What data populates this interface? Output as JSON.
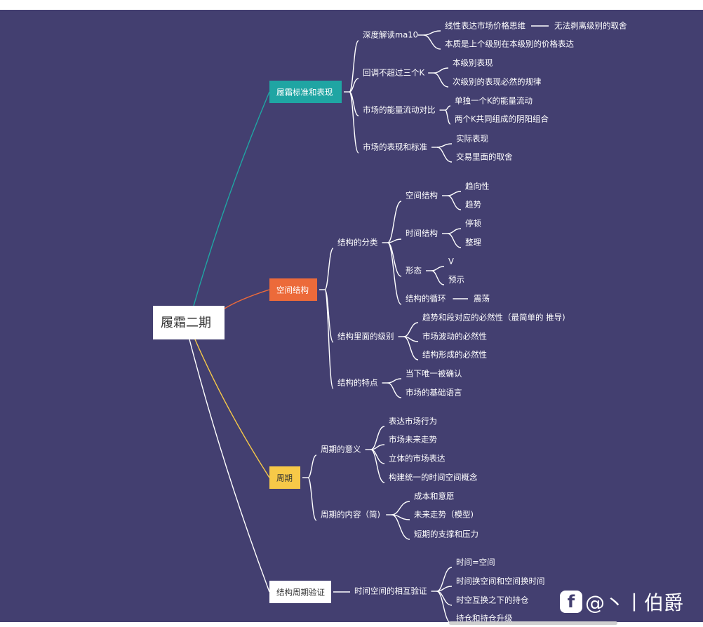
{
  "root": {
    "label": "履霜二期"
  },
  "branches": [
    {
      "label": "履霜标准和表现",
      "color": "#1fa5a3",
      "text_color": "#ffffff",
      "children": [
        {
          "label": "深度解读ma10",
          "children": [
            {
              "label": "线性表达市场价格思维",
              "children": [
                {
                  "label": "无法剥离级别的取舍"
                }
              ]
            },
            {
              "label": "本质是上个级别在本级别的价格表达"
            }
          ]
        },
        {
          "label": "回调不超过三个K",
          "children": [
            {
              "label": "本级别表现"
            },
            {
              "label": "次级别的表现必然的规律"
            }
          ]
        },
        {
          "label": "市场的能量流动对比",
          "children": [
            {
              "label": "单独一个K的能量流动"
            },
            {
              "label": "两个K共同组成的阴阳组合"
            }
          ]
        },
        {
          "label": "市场的表现和标准",
          "children": [
            {
              "label": "实际表现"
            },
            {
              "label": "交易里面的取舍"
            }
          ]
        }
      ]
    },
    {
      "label": "空间结构",
      "color": "#ec6a3a",
      "text_color": "#ffffff",
      "children": [
        {
          "label": "结构的分类",
          "children": [
            {
              "label": "空间结构",
              "children": [
                {
                  "label": "趋向性"
                },
                {
                  "label": "趋势"
                }
              ]
            },
            {
              "label": "时间结构",
              "children": [
                {
                  "label": "停顿"
                },
                {
                  "label": "整理"
                }
              ]
            },
            {
              "label": "形态",
              "children": [
                {
                  "label": "V"
                },
                {
                  "label": "预示"
                }
              ]
            },
            {
              "label": "结构的循环",
              "children": [
                {
                  "label": "震荡"
                }
              ]
            }
          ]
        },
        {
          "label": "结构里面的级别",
          "children": [
            {
              "label": "趋势和段对应的必然性（最简单的 推导)"
            },
            {
              "label": "市场波动的必然性"
            },
            {
              "label": "结构形成的必然性"
            }
          ]
        },
        {
          "label": "结构的特点",
          "children": [
            {
              "label": "当下唯一被确认"
            },
            {
              "label": "市场的基础语言"
            }
          ]
        }
      ]
    },
    {
      "label": "周期",
      "color": "#f7c948",
      "text_color": "#333333",
      "children": [
        {
          "label": "周期的意义",
          "children": [
            {
              "label": "表达市场行为"
            },
            {
              "label": "市场未来走势"
            },
            {
              "label": "立体的市场表达"
            },
            {
              "label": "构建统一的时间空间概念"
            }
          ]
        },
        {
          "label": "周期的内容（简)",
          "children": [
            {
              "label": "成本和意愿"
            },
            {
              "label": "未来走势（模型)"
            },
            {
              "label": "短期的支撑和压力"
            }
          ]
        }
      ]
    },
    {
      "label": "结构周期验证",
      "color": "#ffffff",
      "text_color": "#333333",
      "children": [
        {
          "label": "时间空间的相互验证",
          "children": [
            {
              "label": "时间=空间"
            },
            {
              "label": "时间换空间和空间换时间"
            },
            {
              "label": "时空互换之下的持仓"
            },
            {
              "label": "持仓和持仓升级"
            }
          ]
        }
      ]
    }
  ],
  "colors": {
    "background": "#433f70",
    "line": "#ffffff"
  },
  "watermark": {
    "text": "@丶丨伯爵",
    "logo_glyph": "f"
  }
}
